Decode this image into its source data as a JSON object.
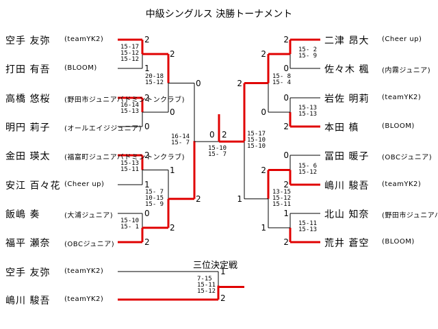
{
  "title": "中級シングルス 決勝トーナメント",
  "colors": {
    "winner": "#e00000",
    "line": "#000000"
  },
  "left_players": [
    {
      "name": "空手 友弥",
      "team": "(teamYK2)"
    },
    {
      "name": "打田 有吾",
      "team": "(BLOOM)"
    },
    {
      "name": "高橋 悠桜",
      "team": "(野田市ジュニアバドミントンクラブ)"
    },
    {
      "name": "明円 莉子",
      "team": "(オールエイジジュニア)"
    },
    {
      "name": "金田 瑛太",
      "team": "(福富町ジュニアバドミントンクラブ)"
    },
    {
      "name": "安江 百々花",
      "team": "(Cheer up)"
    },
    {
      "name": "飯嶋 奏",
      "team": "(大浦ジュニア)"
    },
    {
      "name": "福平 瀬奈",
      "team": "(OBCジュニア)"
    }
  ],
  "right_players": [
    {
      "name": "二津 昂大",
      "team": "(Cheer up)"
    },
    {
      "name": "佐々木 楓",
      "team": "(内霧ジュニア)"
    },
    {
      "name": "岩佐 明莉",
      "team": "(teamYK2)"
    },
    {
      "name": "本田 槙",
      "team": "(BLOOM)"
    },
    {
      "name": "冨田 暖子",
      "team": "(OBCジュニア)"
    },
    {
      "name": "嶋川 駿吾",
      "team": "(teamYK2)"
    },
    {
      "name": "北山 知奈",
      "team": "(野田市ジュニアバドミントンクラブ)"
    },
    {
      "name": "荒井 蒼空",
      "team": "(BLOOM)"
    }
  ],
  "left_r1": [
    {
      "top": "2",
      "bottom": "1",
      "scores": "15-17\n15-12\n15-12"
    },
    {
      "top": "2",
      "bottom": "0",
      "scores": "16-14\n15-13"
    },
    {
      "top": "2",
      "bottom": "1",
      "scores": "15-13\n15-11"
    },
    {
      "top": "0",
      "bottom": "2",
      "scores": "15-10\n15- 1"
    }
  ],
  "left_r2": [
    {
      "top": "2",
      "bottom": "0",
      "scores": "20-18\n15-12"
    },
    {
      "top": "1",
      "bottom": "2",
      "scores": "15- 7\n10-15\n15- 9"
    }
  ],
  "left_r3": {
    "top": "0",
    "bottom": "2",
    "scores": "16-14\n15- 7"
  },
  "right_r1": [
    {
      "top": "2",
      "bottom": "0",
      "scores": "15- 2\n15- 9"
    },
    {
      "top": "0",
      "bottom": "2",
      "scores": "15-13\n15-13"
    },
    {
      "top": "0",
      "bottom": "2",
      "scores": "15- 6\n15-12"
    },
    {
      "top": "1",
      "bottom": "2",
      "scores": "15-11\n15-13"
    }
  ],
  "right_r2": [
    {
      "top": "2",
      "bottom": "0",
      "scores": "15- 8\n15- 4"
    },
    {
      "top": "2",
      "bottom": "1",
      "scores": "13-15\n15-12\n15-11"
    }
  ],
  "right_r3": {
    "top": "2",
    "bottom": "1",
    "scores": "15-17\n15-10\n15-10"
  },
  "final": {
    "left": "0",
    "right": "2",
    "scores": "15-10\n15- 7"
  },
  "third_place": {
    "title": "三位決定戦",
    "players": [
      {
        "name": "空手 友弥",
        "team": "(teamYK2)"
      },
      {
        "name": "嶋川 駿吾",
        "team": "(teamYK2)"
      }
    ],
    "top": "1",
    "bottom": "2",
    "scores": "7-15\n15-11\n15-12"
  }
}
